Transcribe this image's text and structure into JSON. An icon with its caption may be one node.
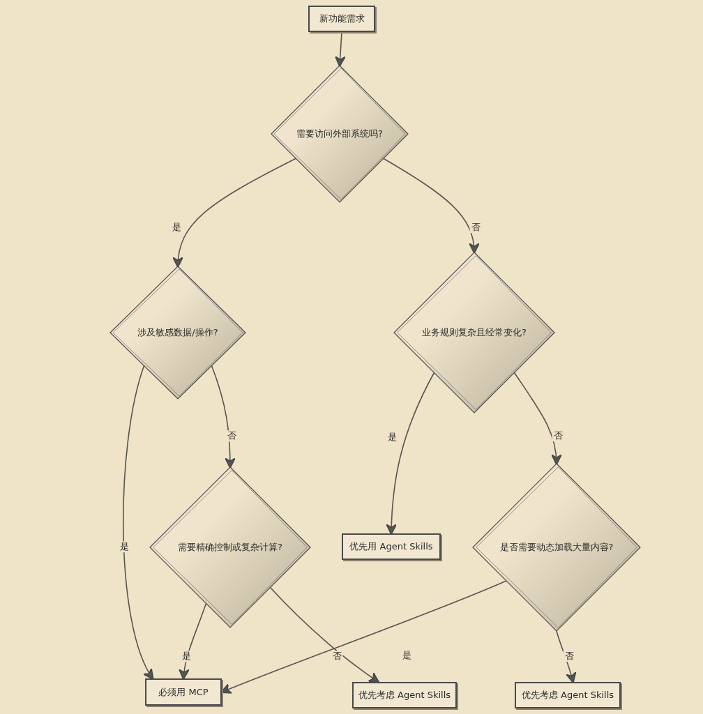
{
  "diagram": {
    "nodes": [
      {
        "text": [
          "新功能需求"
        ]
      },
      {
        "text": [
          "需要访问外部系统吗?"
        ]
      },
      {
        "text": [
          "涉及敏感数据/操作?"
        ]
      },
      {
        "text": [
          "业务规则复杂且经常变化?"
        ]
      },
      {
        "text": [
          "需要精确控制或复杂计算?"
        ]
      },
      {
        "text": [
          "优先用 Agent Skills"
        ]
      },
      {
        "text": [
          "是否需要动态加载大量内容?"
        ]
      },
      {
        "text": [
          "必须用 MCP"
        ]
      },
      {
        "text": [
          "优先考虑 Agent Skills"
        ]
      },
      {
        "text": [
          "优先考虑 Agent Skills"
        ]
      }
    ],
    "edges": [
      {
        "from": 0,
        "to": 1,
        "arrow": "to"
      },
      {
        "from": 1,
        "to": 2,
        "arrow": "to",
        "label": "是"
      },
      {
        "from": 1,
        "to": 3,
        "arrow": "to",
        "label": "否"
      },
      {
        "from": 2,
        "to": 7,
        "arrow": "to",
        "label": "是"
      },
      {
        "from": 2,
        "to": 4,
        "arrow": "to",
        "label": "否"
      },
      {
        "from": 3,
        "to": 5,
        "arrow": "to",
        "label": "是"
      },
      {
        "from": 3,
        "to": 6,
        "arrow": "to",
        "label": "否"
      },
      {
        "from": 4,
        "to": 7,
        "arrow": "to",
        "label": "是"
      },
      {
        "from": 4,
        "to": 8,
        "arrow": "to",
        "label": "否"
      },
      {
        "from": 6,
        "to": 7,
        "arrow": "to",
        "label": "是"
      },
      {
        "from": 6,
        "to": 9,
        "arrow": "to",
        "label": "否"
      }
    ]
  }
}
